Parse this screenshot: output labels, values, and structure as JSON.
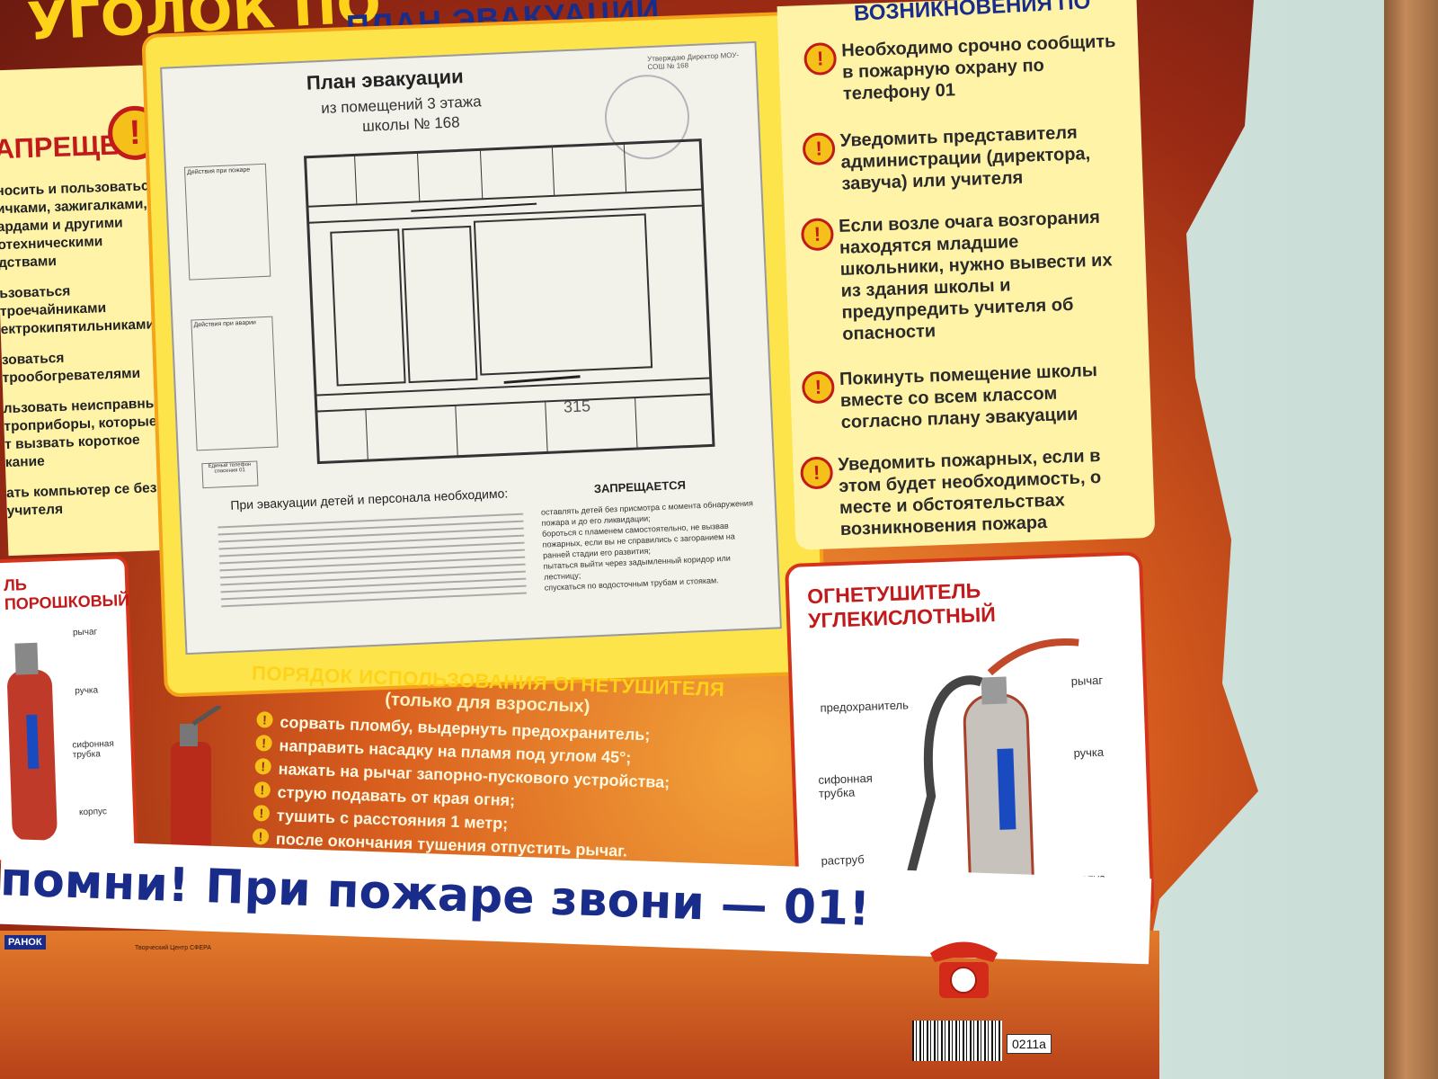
{
  "poster": {
    "top_title": "УГОЛОК ПО",
    "plan_header": "ПЛАН ЭВАКУАЦИИ",
    "right_header": "ВОЗНИКНОВЕНИЯ ПО"
  },
  "left_panel": {
    "title": "АПРЕЩЕНО",
    "items": [
      "носить и пользоваться ичками, зажигалками, ардами и другими отехническими дствами",
      "ьзоваться троечайниками ектрокипятильниками",
      "зоваться трообогревателями",
      "льзовать неисправные троприборы, которые т вызвать короткое кание",
      "ать компьютер се без учителя"
    ]
  },
  "plan": {
    "title": "План эвакуации",
    "subtitle1": "из помещений 3 этажа",
    "subtitle2": "школы № 168",
    "approve": "Утверждаю Директор МОУ-СОШ № 168",
    "legend1_title": "Действия при пожаре",
    "legend2_title": "Действия при аварии",
    "phone_label": "Единый телефон спасения 01",
    "room_number": "315",
    "evac_header": "При эвакуации детей и персонала необходимо:",
    "forbid_header": "ЗАПРЕЩАЕТСЯ",
    "forbid_items": [
      "оставлять детей без присмотра с момента обнаружения пожара и до его ликвидации;",
      "бороться с пламенем самостоятельно, не вызвав пожарных, если вы не справились с загоранием на ранней стадии его развития;",
      "пытаться выйти через задымленный коридор или лестницу;",
      "спускаться по водосточным трубам и стоякам."
    ]
  },
  "rules": [
    "Необходимо срочно сообщить в пожарную охрану по телефону 01",
    "Уведомить представителя администрации (директора, завуча) или учителя",
    "Если возле очага возгорания находятся младшие школьники, нужно вывести их из здания школы и предупредить учителя об опасности",
    "Покинуть помещение школы вместе со всем классом согласно плану эвакуации",
    "Уведомить пожарных, если в этом будет необходимость, о месте и обстоятельствах возникновения пожара"
  ],
  "co2": {
    "title": "ОГНЕТУШИТЕЛЬ УГЛЕКИСЛОТНЫЙ",
    "labels": {
      "guard": "предохранитель",
      "lever": "рычаг",
      "handle": "ручка",
      "siphon": "сифонная трубка",
      "horn": "раструб",
      "body": "корпус"
    }
  },
  "powder": {
    "title": "ЛЬ ПОРОШКОВЫЙ",
    "labels": {
      "lever": "рычаг",
      "handle": "ручка",
      "siphon": "сифонная трубка",
      "body": "корпус"
    }
  },
  "usage": {
    "title": "ПОРЯДОК ИСПОЛЬЗОВАНИЯ ОГНЕТУШИТЕЛЯ",
    "subtitle": "(только для взрослых)",
    "steps": [
      "сорвать пломбу, выдернуть предохранитель;",
      "направить насадку на пламя под углом 45°;",
      "нажать на рычаг запорно-пускового устройства;",
      "струю подавать от края огня;",
      "тушить с расстояния 1 метр;",
      "после окончания тушения отпустить рычаг."
    ]
  },
  "banner": {
    "text": "помни! При пожаре звони — 01!"
  },
  "footer": {
    "publisher": "РАНОК",
    "center": "Творческий Центр СФЕРА",
    "code": "0211а"
  },
  "colors": {
    "accent_red": "#c21a1a",
    "accent_yellow": "#ffd21a",
    "navy": "#1a2c8a"
  }
}
